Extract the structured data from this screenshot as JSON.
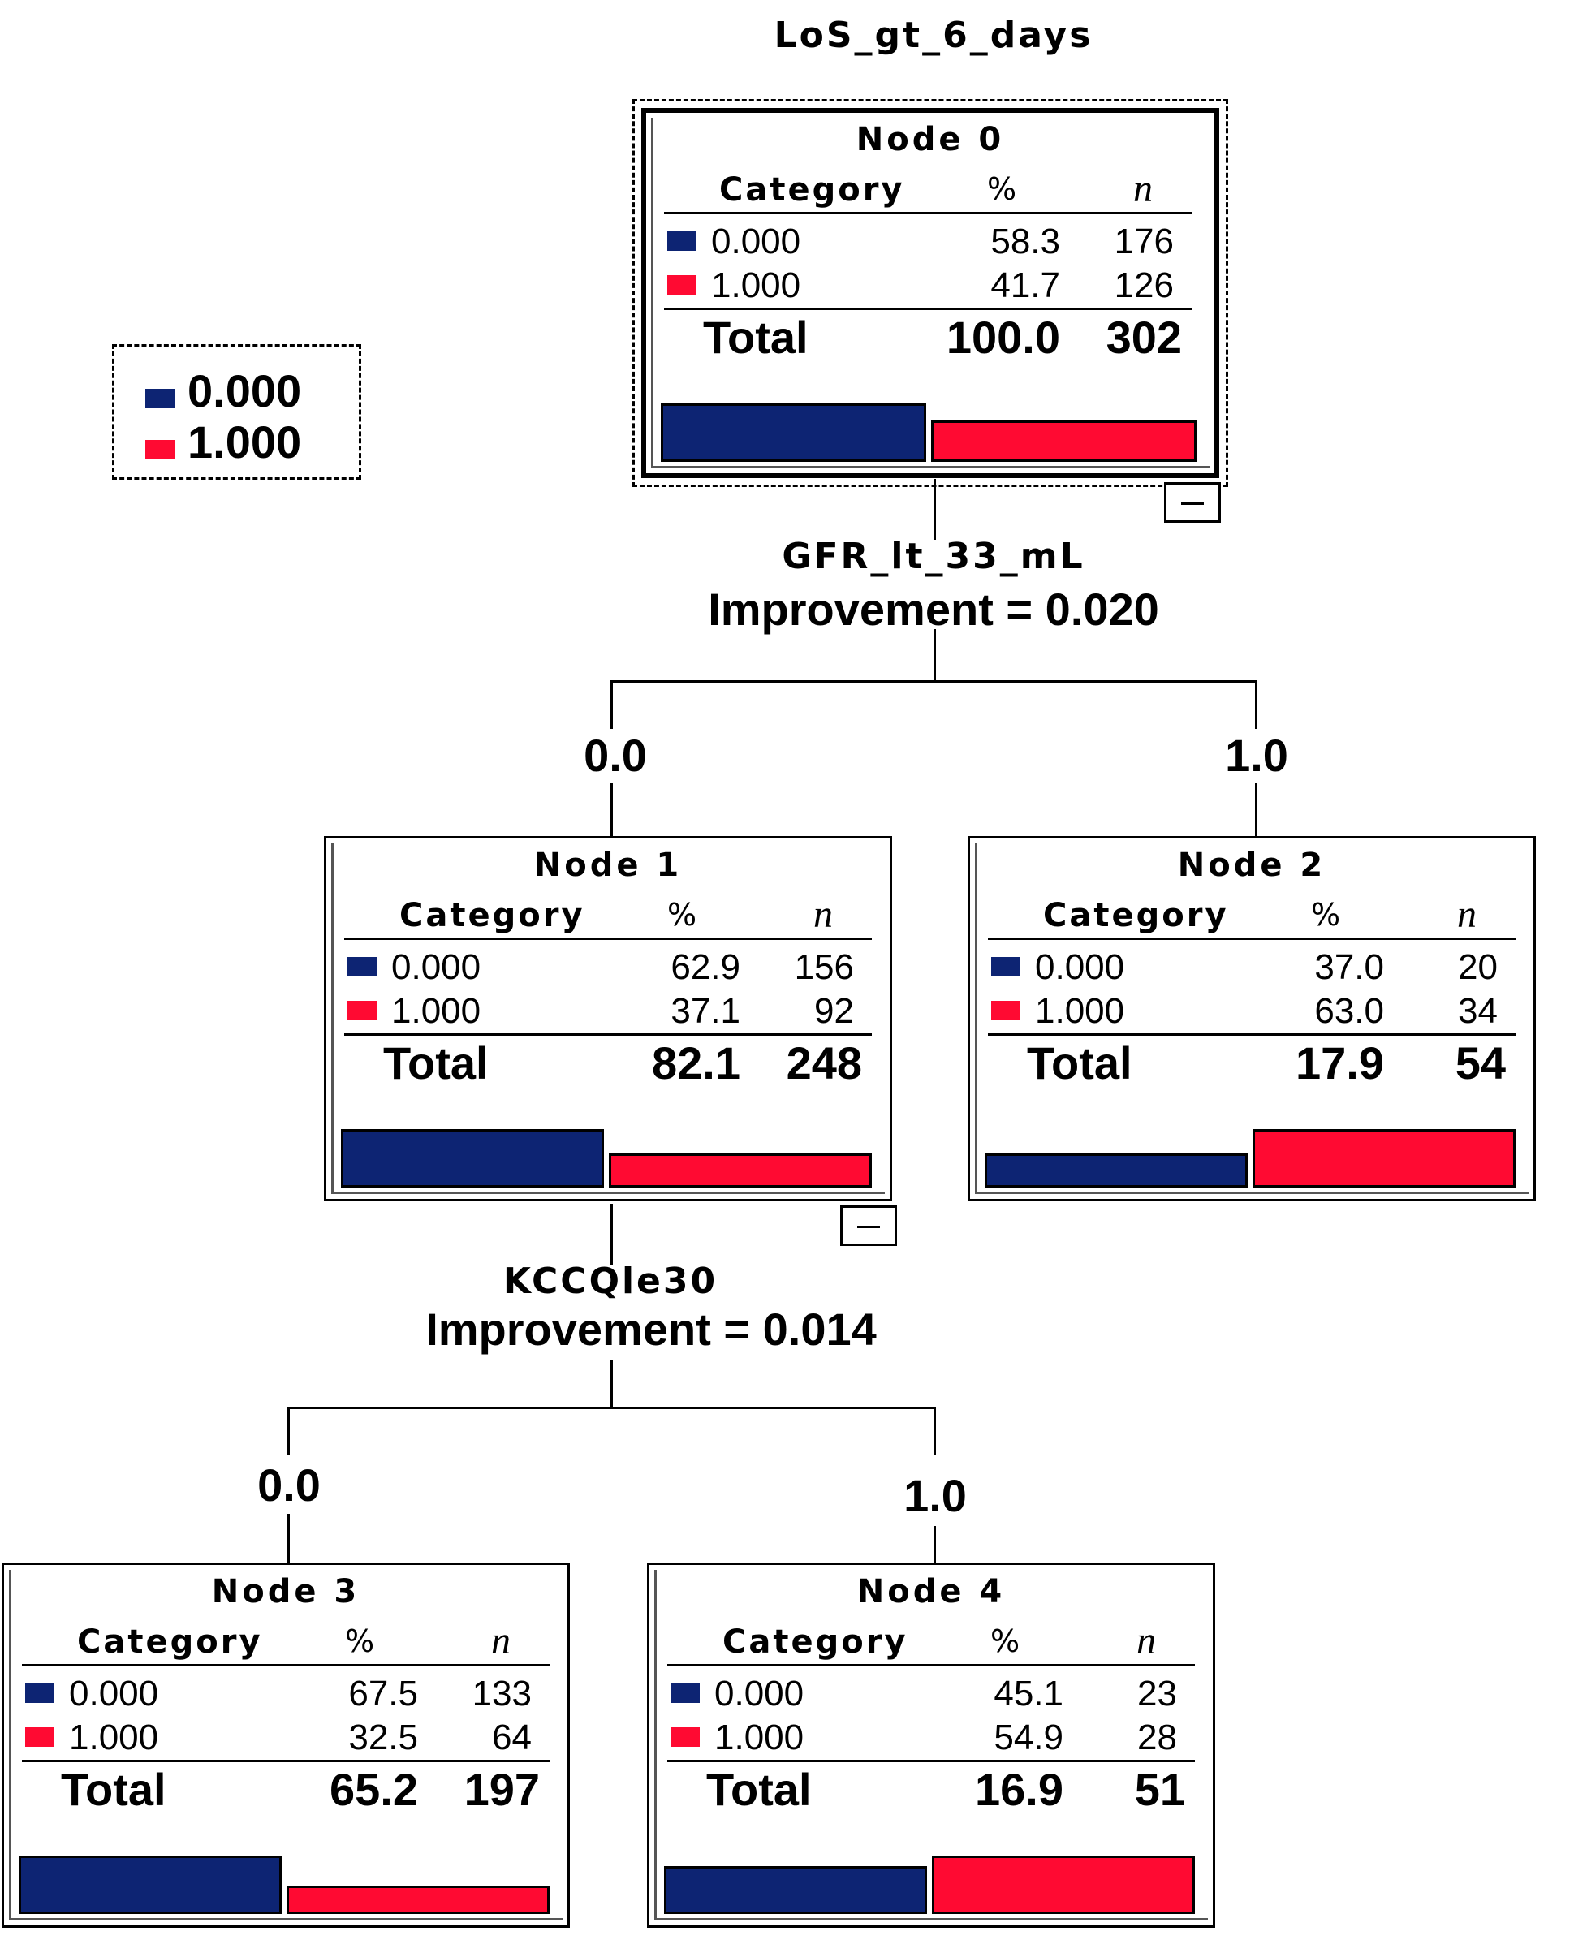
{
  "title": "LoS_gt_6_days",
  "legend": [
    {
      "label": "0.000",
      "color": "#0d2473"
    },
    {
      "label": "1.000",
      "color": "#ff0a32"
    }
  ],
  "splits": [
    {
      "variable": "GFR_lt_33_mL",
      "improvement": "Improvement = 0.020",
      "branches": [
        "0.0",
        "1.0"
      ]
    },
    {
      "variable": "KCCQle30",
      "improvement": "Improvement = 0.014",
      "branches": [
        "0.0",
        "1.0"
      ]
    }
  ],
  "header": {
    "category": "Category",
    "percent": "%",
    "n": "n",
    "total": "Total"
  },
  "nodes": [
    {
      "title": "Node 0",
      "rows": [
        {
          "cat": "0.000",
          "pct": "58.3",
          "n": "176"
        },
        {
          "cat": "1.000",
          "pct": "41.7",
          "n": "126"
        }
      ],
      "total_pct": "100.0",
      "total_n": "302",
      "share": [
        0.583,
        0.417
      ]
    },
    {
      "title": "Node 1",
      "rows": [
        {
          "cat": "0.000",
          "pct": "62.9",
          "n": "156"
        },
        {
          "cat": "1.000",
          "pct": "37.1",
          "n": "92"
        }
      ],
      "total_pct": "82.1",
      "total_n": "248",
      "share": [
        0.629,
        0.371
      ]
    },
    {
      "title": "Node 2",
      "rows": [
        {
          "cat": "0.000",
          "pct": "37.0",
          "n": "20"
        },
        {
          "cat": "1.000",
          "pct": "63.0",
          "n": "34"
        }
      ],
      "total_pct": "17.9",
      "total_n": "54",
      "share": [
        0.37,
        0.63
      ]
    },
    {
      "title": "Node 3",
      "rows": [
        {
          "cat": "0.000",
          "pct": "67.5",
          "n": "133"
        },
        {
          "cat": "1.000",
          "pct": "32.5",
          "n": "64"
        }
      ],
      "total_pct": "65.2",
      "total_n": "197",
      "share": [
        0.675,
        0.325
      ]
    },
    {
      "title": "Node 4",
      "rows": [
        {
          "cat": "0.000",
          "pct": "45.1",
          "n": "23"
        },
        {
          "cat": "1.000",
          "pct": "54.9",
          "n": "28"
        }
      ],
      "total_pct": "16.9",
      "total_n": "51",
      "share": [
        0.451,
        0.549
      ]
    }
  ]
}
